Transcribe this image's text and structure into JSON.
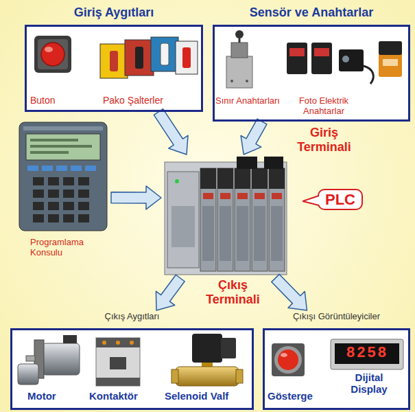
{
  "diagram": {
    "nodes": [
      {
        "text": [
          "Giriş Aygıtları"
        ]
      },
      {
        "text": [
          "Sensör ve Anahtarlar"
        ]
      },
      {
        "text": [
          "Programlama Konsulu"
        ]
      },
      {
        "text": [
          "PLC"
        ]
      },
      {
        "text": [
          "Çıkış Aygıtları"
        ]
      },
      {
        "text": [
          "Çıkışı Görüntüleyiciler"
        ]
      }
    ],
    "edges": [
      {
        "from": 0,
        "to": 3,
        "arrow": "to"
      },
      {
        "from": 1,
        "to": 3,
        "arrow": "to"
      },
      {
        "from": 2,
        "to": 3,
        "arrow": "to"
      },
      {
        "from": 3,
        "to": 4,
        "arrow": "to"
      },
      {
        "from": 3,
        "to": 5,
        "arrow": "to"
      }
    ],
    "labels": [
      "Buton",
      "Pako Şalterler",
      "Sınır Anahtarları",
      "Foto Elektrik Anahtarlar",
      "Giriş Terminali",
      "Çıkış Terminali",
      "Motor",
      "Kontaktör",
      "Selenoid Valf",
      "Gösterge",
      "8258",
      "Dijital Display"
    ]
  }
}
